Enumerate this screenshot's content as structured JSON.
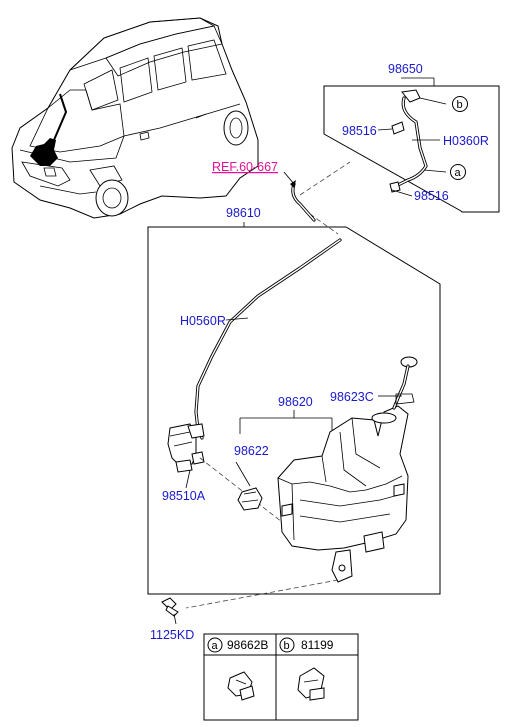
{
  "labels": {
    "p98650": "98650",
    "p98516_upper": "98516",
    "h0360r": "H0360R",
    "p98516_lower": "98516",
    "ref": "REF.60-667",
    "p98610": "98610",
    "h0560r": "H0560R",
    "p98620": "98620",
    "p98623c": "98623C",
    "p98622": "98622",
    "p98510a": "98510A",
    "p1125kd": "1125KD"
  },
  "callouts": {
    "a": "a",
    "b": "b"
  },
  "legend": {
    "a_letter": "a",
    "a_part": "98662B",
    "b_letter": "b",
    "b_part": "81199"
  },
  "colors": {
    "part_label": "#1a1acc",
    "reference_label": "#e0119a",
    "line": "#000000"
  },
  "icons": {
    "vehicle": "hatchback-car-icon",
    "tank": "washer-reservoir-icon",
    "pump": "washer-pump-icon",
    "clip": "hose-clip-icon"
  }
}
